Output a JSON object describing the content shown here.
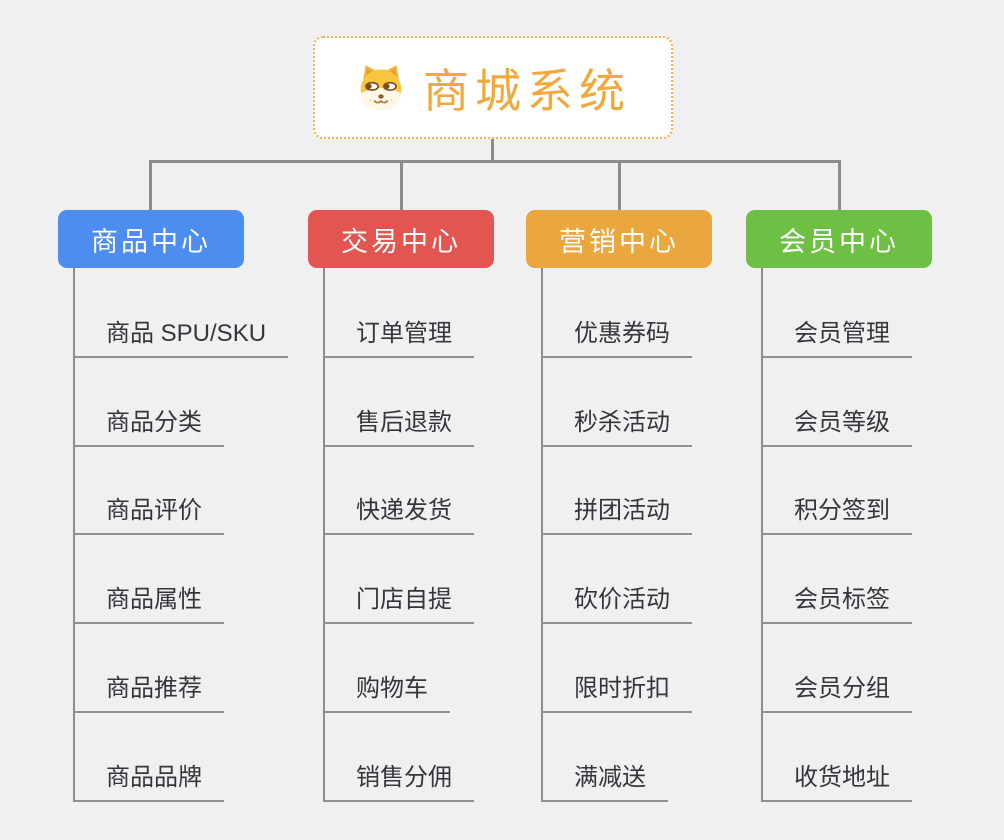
{
  "root": {
    "title": "商城系统",
    "icon": "shiba-dog-icon",
    "border_color": "#f0ae4e",
    "title_color": "#f1a83c"
  },
  "connector_color": "#8c8c8c",
  "branches": [
    {
      "label": "商品中心",
      "color": "#4d8df0",
      "items": [
        {
          "label": "商品 SPU/SKU"
        },
        {
          "label": "商品分类"
        },
        {
          "label": "商品评价"
        },
        {
          "label": "商品属性"
        },
        {
          "label": "商品推荐"
        },
        {
          "label": "商品品牌"
        }
      ]
    },
    {
      "label": "交易中心",
      "color": "#e25551",
      "items": [
        {
          "label": "订单管理"
        },
        {
          "label": "售后退款"
        },
        {
          "label": "快递发货"
        },
        {
          "label": "门店自提"
        },
        {
          "label": "购物车"
        },
        {
          "label": "销售分佣"
        }
      ]
    },
    {
      "label": "营销中心",
      "color": "#e9a73e",
      "items": [
        {
          "label": "优惠券码"
        },
        {
          "label": "秒杀活动"
        },
        {
          "label": "拼团活动"
        },
        {
          "label": "砍价活动"
        },
        {
          "label": "限时折扣"
        },
        {
          "label": "满减送"
        }
      ]
    },
    {
      "label": "会员中心",
      "color": "#6ec044",
      "items": [
        {
          "label": "会员管理"
        },
        {
          "label": "会员等级"
        },
        {
          "label": "积分签到"
        },
        {
          "label": "会员标签"
        },
        {
          "label": "会员分组"
        },
        {
          "label": "收货地址"
        }
      ]
    }
  ]
}
